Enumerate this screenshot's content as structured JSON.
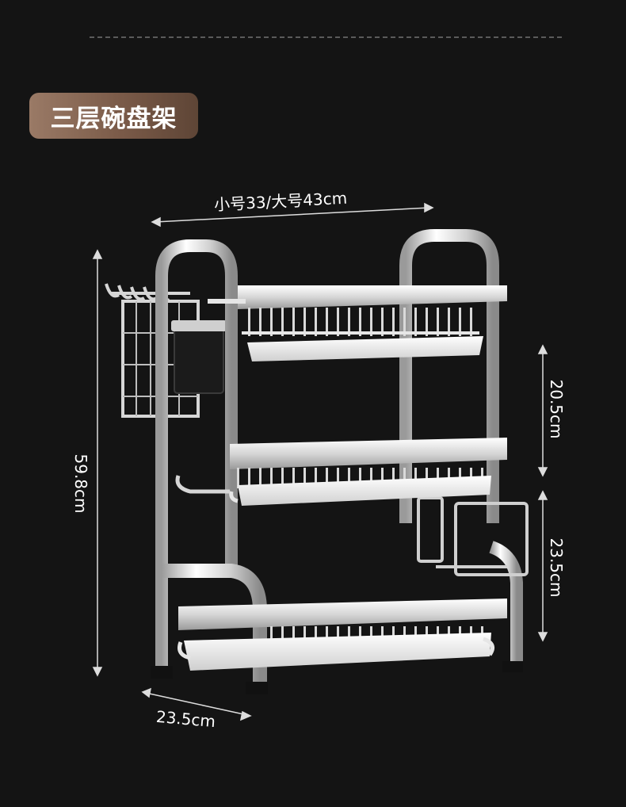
{
  "header": {
    "title": "三层碗盘架"
  },
  "dimensions": {
    "width": "小号33/大号43cm",
    "depth": "23.5cm",
    "height": "59.8cm",
    "tier_upper": "20.5cm",
    "tier_lower": "23.5cm"
  },
  "colors": {
    "background": "#141414",
    "badge": "#8a6a57",
    "chrome": "#e8e8e8"
  }
}
